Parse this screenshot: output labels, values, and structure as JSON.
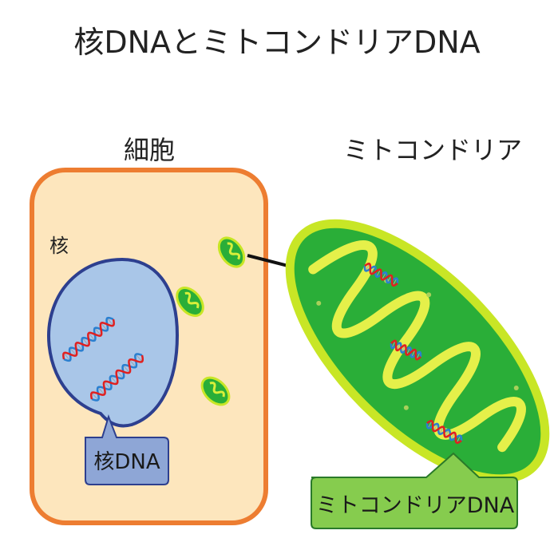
{
  "title": "核DNAとミトコンドリアDNA",
  "labels": {
    "cell": "細胞",
    "mitochondria": "ミトコンドリア",
    "nucleus": "核"
  },
  "callouts": {
    "nuclear_dna": "核DNA",
    "mito_dna": "ミトコンドリアDNA"
  },
  "colors": {
    "cell_fill": "#fde6bd",
    "cell_border": "#ed7d31",
    "nucleus_fill": "#a9c6e8",
    "nucleus_border": "#2d3f8f",
    "mito_fill": "#2aae38",
    "mito_border": "#c8e626",
    "dna_red": "#e02020",
    "dna_blue": "#2a7fd0",
    "nuc_tag_fill": "#8ea6d6",
    "mito_tag_fill": "#86cc4e"
  }
}
